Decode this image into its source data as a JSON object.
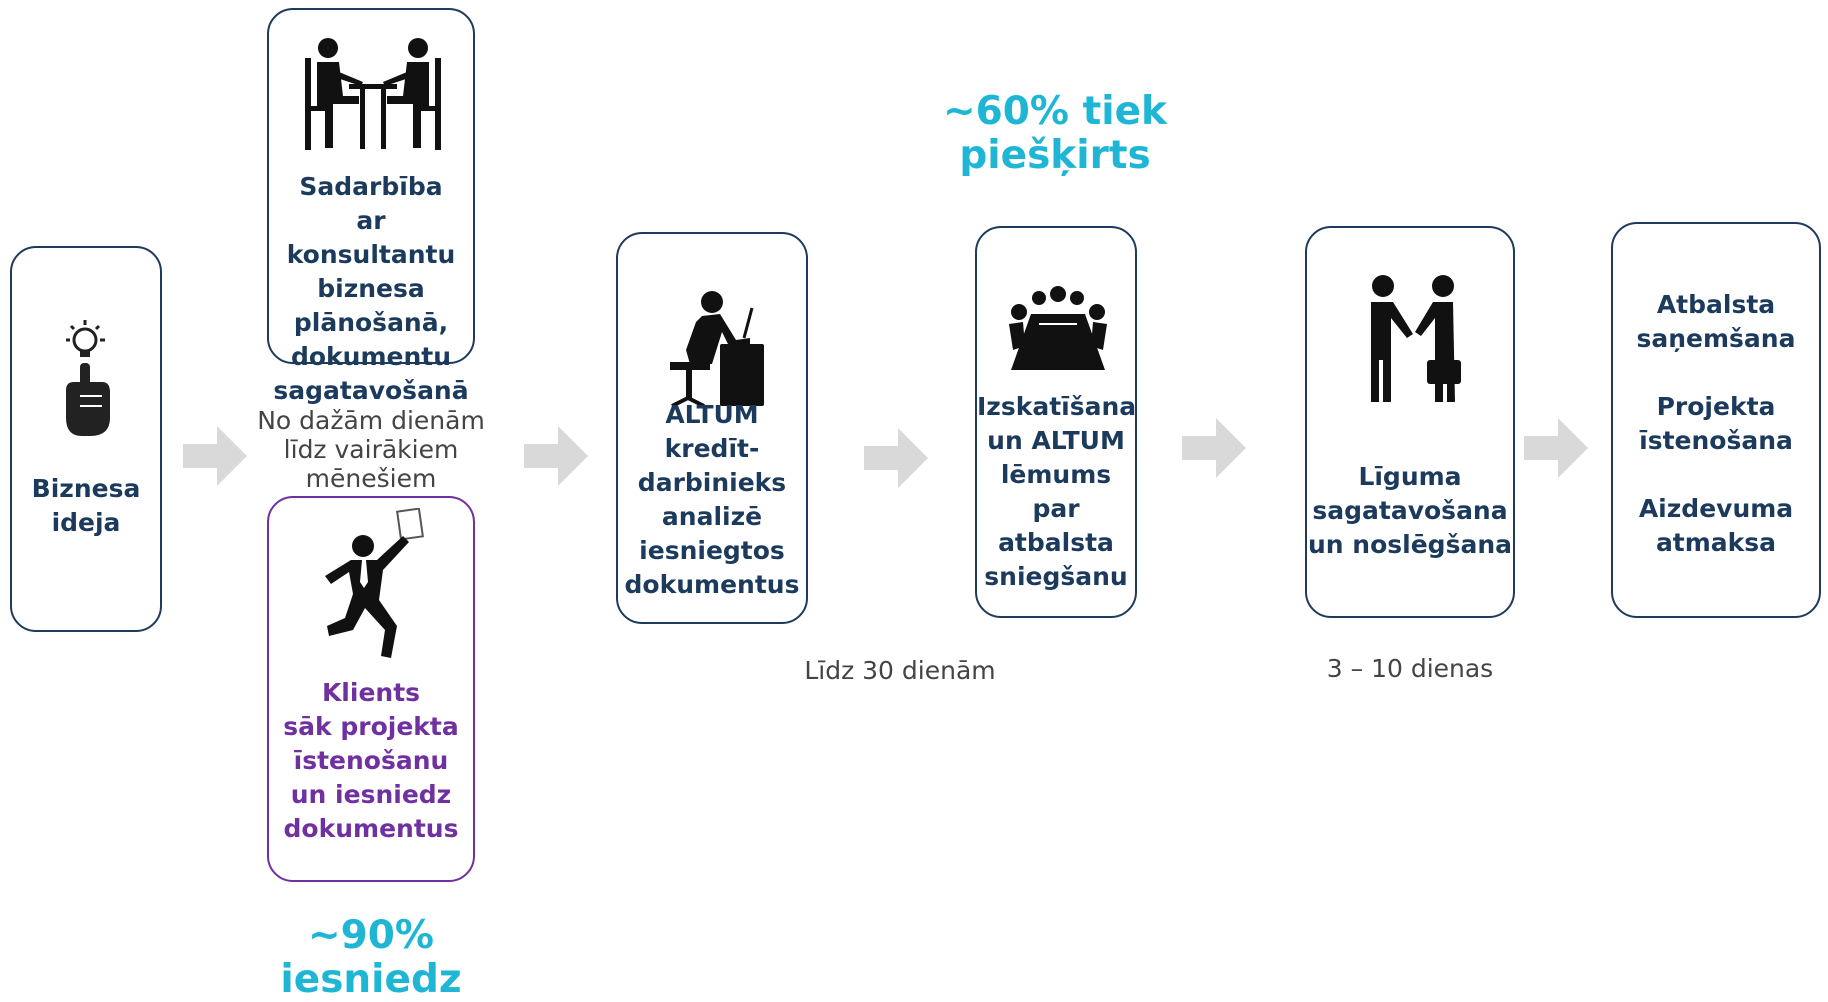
{
  "steps": {
    "idea": "Biznesa\nideja",
    "consult": "Sadarbība\nar konsultantu\nbiznesa\nplānošanā,\ndokumentu\nsagatavošanā",
    "client": "Klients\nsāk projekta\nīstenošanu\nun iesniedz\ndokumentus",
    "officer": "ALTUM\nkredīt-\ndarbinieks\nanalizē\niesniegtos\ndokumentus",
    "decision": "Izskatīšana\nun ALTUM\nlēmums\npar atbalsta\nsniegšanu",
    "contract": "Līguma\nsagatavošana\nun noslēgšana",
    "support": "Atbalsta\nsaņemšana\n\nProjekta\nīstenošana\n\nAizdevuma\natmaksa"
  },
  "notes": {
    "days_months": "No dažām dienām\nlīdz vairākiem\nmēnešiem",
    "up_to_30": "Līdz 30 dienām",
    "three_to_ten": "3 – 10 dienas"
  },
  "stats": {
    "granted": "~60% tiek\npiešķirts",
    "submit": "~90%\niesniedz"
  },
  "icons": {
    "idea": "lightbulb-hand-icon",
    "consult": "meeting-table-icon",
    "client": "running-man-document-icon",
    "officer": "desk-worker-icon",
    "decision": "board-meeting-icon",
    "contract": "handshake-icon"
  },
  "colors": {
    "navy": "#1b3a5c",
    "purple": "#7030a0",
    "cyan": "#1fb6d6",
    "arrow": "#d9d9d9"
  }
}
